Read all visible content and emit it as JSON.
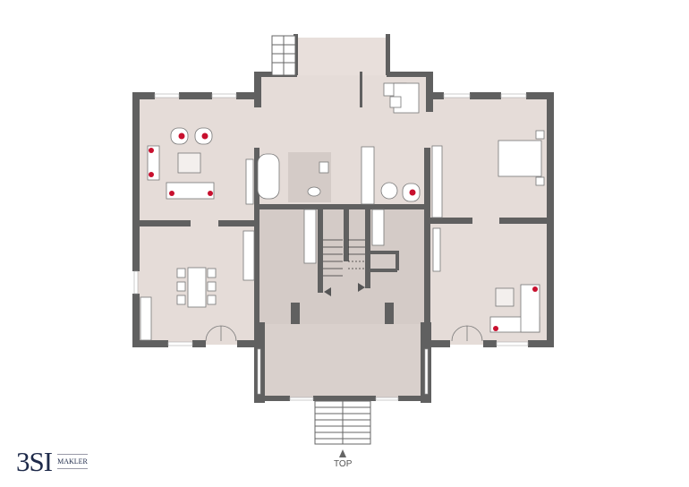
{
  "logo": {
    "main": "3SI",
    "sub": "MAKLER"
  },
  "orientation": {
    "label": "TOP"
  },
  "colors": {
    "wall": "#606060",
    "floor": "#e5dcd8",
    "hall": "#d4cbc7",
    "accent": "#c8102e"
  }
}
